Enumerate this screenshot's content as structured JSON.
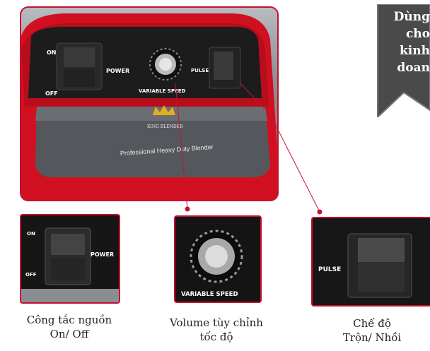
{
  "panel": {
    "on_label": "ON",
    "off_label": "OFF",
    "power_label": "POWER",
    "pulse_label": "PULSE",
    "variable_speed_label": "VARIABLE SPEED",
    "brand": "KING BLENDER",
    "product": "Professional Heavy Duty Blender"
  },
  "banner": {
    "lines": [
      "Dùng",
      "cho",
      "kinh",
      "doan"
    ]
  },
  "details": [
    {
      "labels": {
        "on": "ON",
        "off": "OFF",
        "power": "POWER"
      },
      "caption": [
        "Công tắc nguồn",
        "On/ Off"
      ]
    },
    {
      "labels": {
        "variable_speed": "VARIABLE SPEED"
      },
      "caption": [
        "Volume tùy chỉnh",
        "tốc độ"
      ]
    },
    {
      "labels": {
        "pulse": "PULSE"
      },
      "caption": [
        "Chế độ",
        "Trộn/ Nhồi"
      ]
    }
  ],
  "colors": {
    "accent": "#c8102e",
    "housing_red": "#d01020",
    "panel_dark": "#1c1c1c",
    "crown_gold": "#e0b020"
  }
}
